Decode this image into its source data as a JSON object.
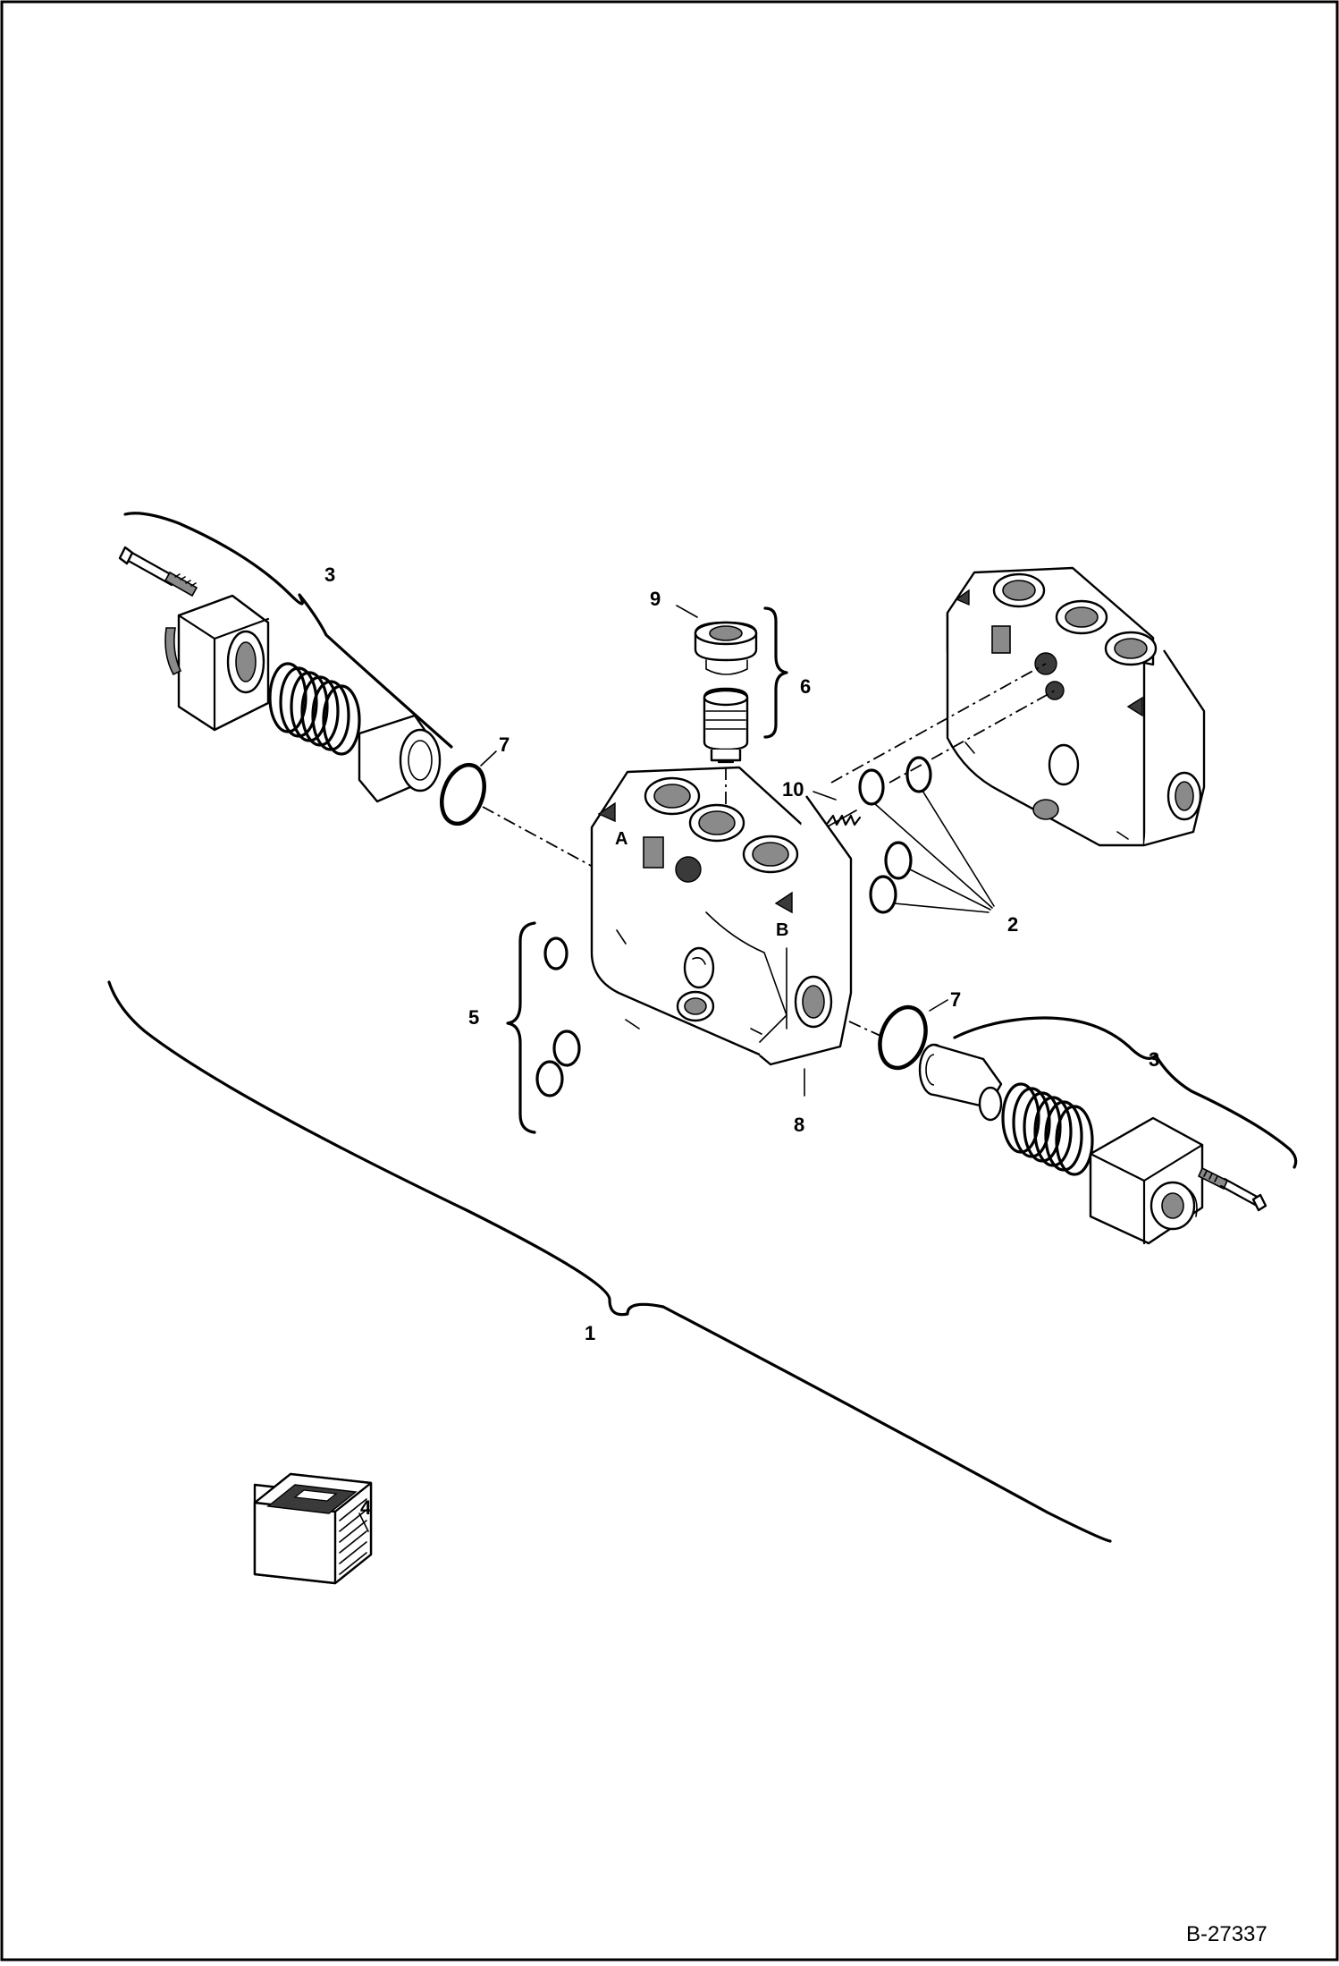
{
  "callouts": [
    {
      "id": "callout-1",
      "text": "1"
    },
    {
      "id": "callout-2",
      "text": "2"
    },
    {
      "id": "callout-3-upper",
      "text": "3"
    },
    {
      "id": "callout-3-lower",
      "text": "3"
    },
    {
      "id": "callout-4",
      "text": "4"
    },
    {
      "id": "callout-5",
      "text": "5"
    },
    {
      "id": "callout-6",
      "text": "6"
    },
    {
      "id": "callout-7-upper",
      "text": "7"
    },
    {
      "id": "callout-7-lower",
      "text": "7"
    },
    {
      "id": "callout-8",
      "text": "8"
    },
    {
      "id": "callout-9",
      "text": "9"
    },
    {
      "id": "callout-10",
      "text": "10"
    }
  ],
  "port_marks": {
    "a": "A",
    "b": "B"
  },
  "figure_number": "B-27337"
}
